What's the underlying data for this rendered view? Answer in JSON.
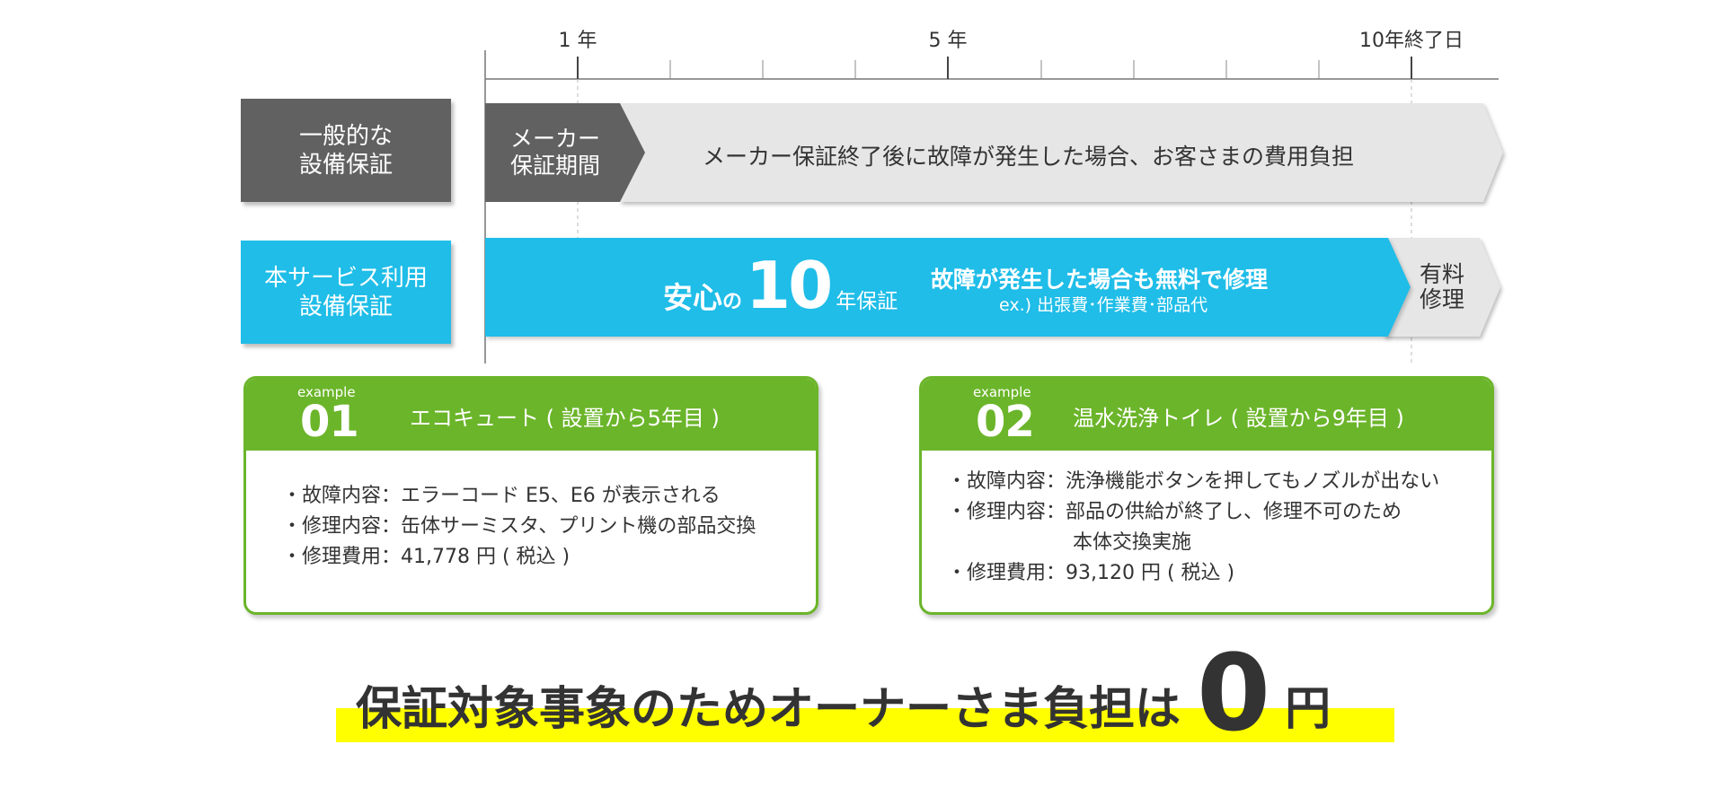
{
  "timeline": {
    "ticks": [
      "1 年",
      "5 年",
      "10年終了日"
    ]
  },
  "rows": {
    "general": {
      "label_line1": "一般的な",
      "label_line2": "設備保証",
      "maker_line1": "メーカー",
      "maker_line2": "保証期間",
      "description": "メーカー保証終了後に故障が発生した場合、お客さまの費用負担"
    },
    "service": {
      "label_line1": "本サービス利用",
      "label_line2": "設備保証",
      "anshin": "安心",
      "no": "の",
      "ten": "10",
      "nen_hosho": "年保証",
      "free_repair": "故障が発生した場合も無料で修理",
      "ex_detail": "ex.) 出張費･作業費･部品代",
      "paid_line1": "有料",
      "paid_line2": "修理"
    }
  },
  "examples": [
    {
      "tag": "example",
      "number": "01",
      "title": "エコキュート ( 設置から5年目 )",
      "lines": [
        "・故障内容：エラーコード E5、E6 が表示される",
        "・修理内容：缶体サーミスタ、プリント機の部品交換",
        "・修理費用：41,778 円 ( 税込 )"
      ]
    },
    {
      "tag": "example",
      "number": "02",
      "title": "温水洗浄トイレ ( 設置から9年目 )",
      "lines": [
        "・故障内容：洗浄機能ボタンを押してもノズルが出ない",
        "・修理内容：部品の供給が終了し、修理不可のため",
        "本体交換実施",
        "・修理費用：93,120 円 ( 税込 )"
      ]
    }
  ],
  "conclusion": {
    "text": "保証対象事象のためオーナーさま負担は",
    "zero": "0",
    "yen": "円"
  },
  "colors": {
    "dark_gray": "#616161",
    "light_gray": "#e6e6e6",
    "cyan": "#1fbde8",
    "green": "#6bb52a",
    "highlight": "#ffff00"
  }
}
